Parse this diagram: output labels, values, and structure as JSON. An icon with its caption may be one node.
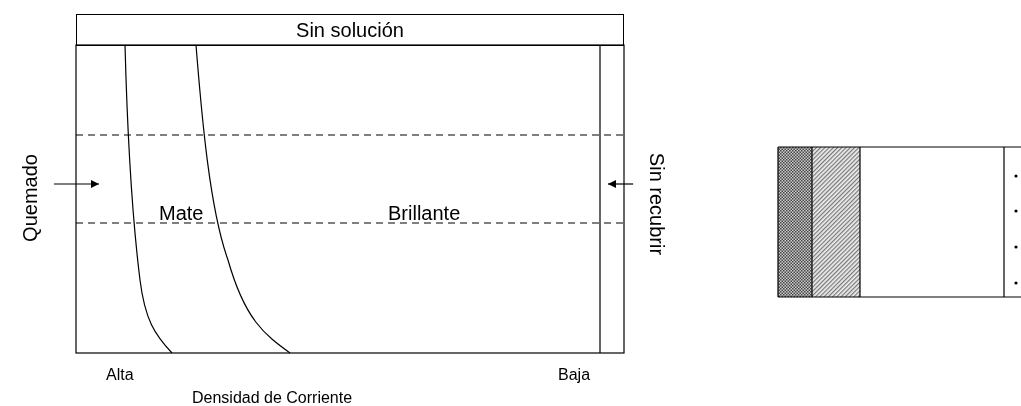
{
  "diagram": {
    "nodes": [
      {
        "text": [
          "Sin solución"
        ]
      },
      {
        "text": [
          "Quemado"
        ]
      },
      {
        "text": [
          "Sin recubrir"
        ]
      }
    ],
    "edges": [
      {
        "from": 1,
        "to": null,
        "arrow": "to"
      },
      {
        "from": 2,
        "to": null,
        "arrow": "to"
      }
    ],
    "labels": [
      "Mate",
      "Brillante",
      "Alta",
      "Baja",
      "Densidad de Corriente"
    ]
  }
}
